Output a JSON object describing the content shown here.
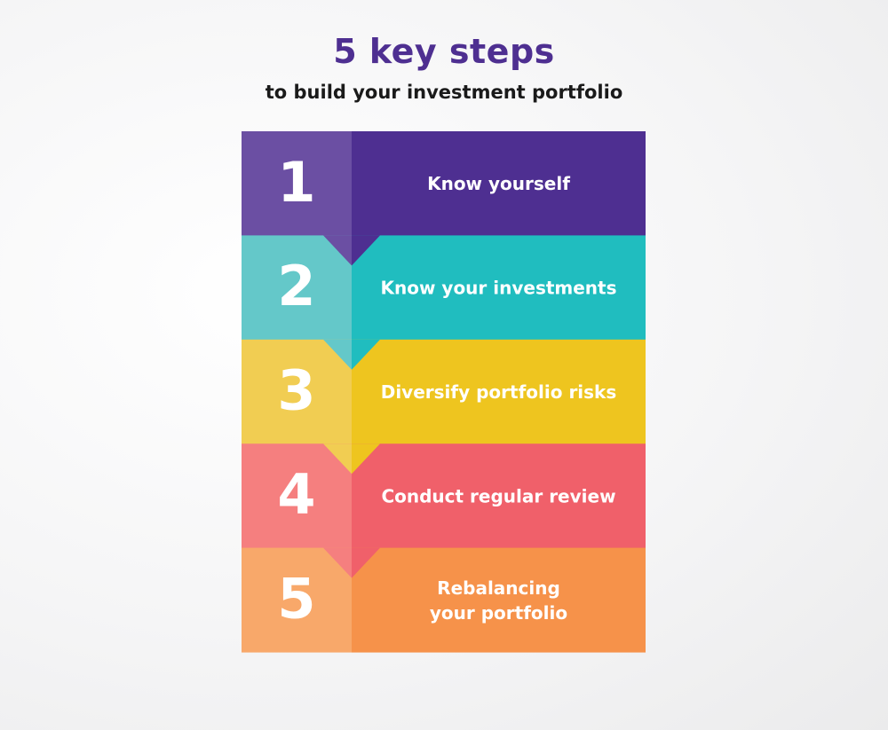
{
  "header": {
    "title": "5 key steps",
    "subtitle": "to build your investment portfolio"
  },
  "steps": [
    {
      "number": "1",
      "label_lines": [
        "Know yourself"
      ],
      "color_left": "#6b4fa3",
      "color_right": "#4e2f91"
    },
    {
      "number": "2",
      "label_lines": [
        "Know your investments"
      ],
      "color_left": "#64c8c9",
      "color_right": "#20bdbf"
    },
    {
      "number": "3",
      "label_lines": [
        "Diversify portfolio risks"
      ],
      "color_left": "#f1cd52",
      "color_right": "#eec51f"
    },
    {
      "number": "4",
      "label_lines": [
        "Conduct regular review"
      ],
      "color_left": "#f57f7f",
      "color_right": "#f0606a"
    },
    {
      "number": "5",
      "label_lines": [
        "Rebalancing",
        "your portfolio"
      ],
      "color_left": "#f8a86a",
      "color_right": "#f6924a"
    }
  ]
}
